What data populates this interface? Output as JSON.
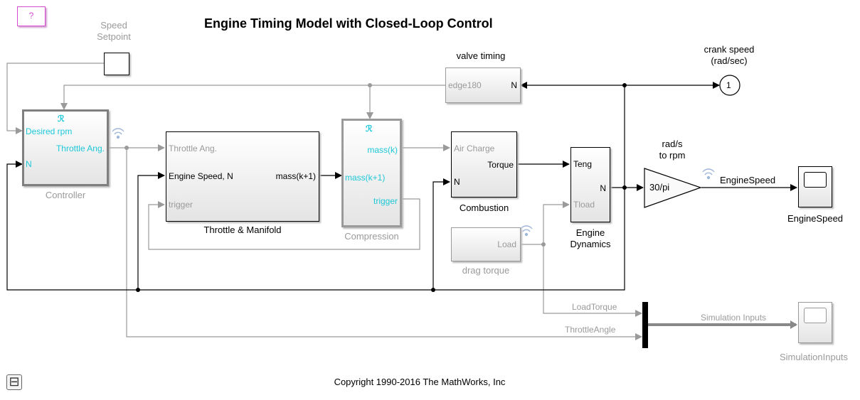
{
  "title": "Engine Timing Model with Closed-Loop Control",
  "copyright": "Copyright 1990-2016 The MathWorks, Inc",
  "help_block": {
    "label": "?"
  },
  "collapse_button": {
    "label": "⊟"
  },
  "blocks": {
    "speed_setpoint": {
      "name_line1": "Speed",
      "name_line2": "Setpoint"
    },
    "controller": {
      "name": "Controller",
      "in_desired": "Desired rpm",
      "in_n": "N",
      "out_throttle": "Throttle Ang.",
      "atomic_mark": "ℛ"
    },
    "throttle_manifold": {
      "name": "Throttle & Manifold",
      "in_throttle": "Throttle Ang.",
      "in_speed": "Engine Speed, N",
      "in_trigger": "trigger",
      "out_mass": "mass(k+1)"
    },
    "compression": {
      "name": "Compression",
      "in_mass": "mass(k+1)",
      "out_massk": "mass(k)",
      "out_trigger": "trigger",
      "atomic_mark": "ℛ"
    },
    "valve_timing": {
      "name": "valve timing",
      "out_edge": "edge180",
      "in_n": "N"
    },
    "combustion": {
      "name": "Combustion",
      "in_air": "Air Charge",
      "in_n": "N",
      "out_torque": "Torque"
    },
    "drag_torque": {
      "name": "drag torque",
      "out_load": "Load"
    },
    "engine_dynamics": {
      "name_line1": "Engine",
      "name_line2": "Dynamics",
      "in_teng": "Teng",
      "in_tload": "Tload",
      "out_n": "N"
    },
    "gain": {
      "label_line1": "rad/s",
      "label_line2": "to rpm",
      "value": "30/pi"
    },
    "crank_speed": {
      "port_number": "1",
      "label_line1": "crank speed",
      "label_line2": "(rad/sec)"
    },
    "engine_speed_scope": {
      "name": "EngineSpeed"
    },
    "simulation_inputs_scope": {
      "name": "SimulationInputs"
    }
  },
  "signals": {
    "engine_speed": "EngineSpeed",
    "load_torque": "LoadTorque",
    "throttle_angle": "ThrottleAngle",
    "simulation_inputs": "Simulation Inputs"
  }
}
